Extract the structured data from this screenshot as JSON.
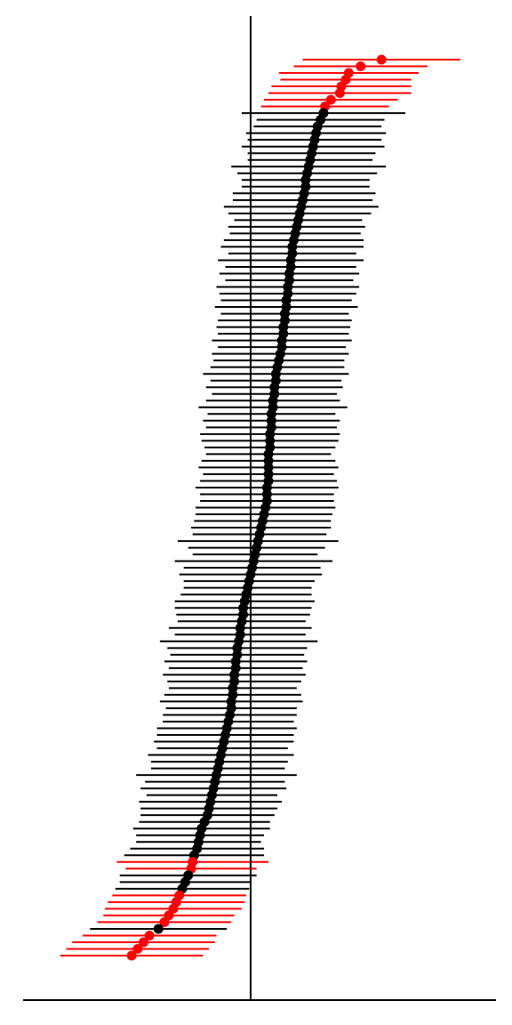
{
  "chart_data": {
    "type": "forest",
    "title": "",
    "xlabel": "",
    "ylabel": "",
    "reference_x": 0,
    "xlim": [
      -1.53,
      1.65
    ],
    "grid": false,
    "legend": "none",
    "colors": {
      "significant": "#ff0000",
      "not_significant": "#000000",
      "axis": "#000000"
    },
    "series": [
      {
        "estimates": [
          0.88,
          0.74,
          0.66,
          0.64,
          0.61,
          0.6,
          0.54,
          0.5,
          0.49,
          0.47,
          0.45,
          0.44,
          0.43,
          0.42,
          0.41,
          0.4,
          0.39,
          0.38,
          0.37,
          0.37,
          0.36,
          0.35,
          0.34,
          0.33,
          0.32,
          0.31,
          0.3,
          0.29,
          0.28,
          0.28,
          0.27,
          0.27,
          0.26,
          0.26,
          0.25,
          0.25,
          0.24,
          0.24,
          0.23,
          0.23,
          0.22,
          0.22,
          0.21,
          0.21,
          0.2,
          0.19,
          0.18,
          0.17,
          0.17,
          0.16,
          0.16,
          0.15,
          0.15,
          0.14,
          0.14,
          0.14,
          0.13,
          0.13,
          0.13,
          0.12,
          0.12,
          0.12,
          0.12,
          0.12,
          0.11,
          0.11,
          0.11,
          0.1,
          0.09,
          0.08,
          0.07,
          0.06,
          0.05,
          0.04,
          0.03,
          0.02,
          0.01,
          0.0,
          -0.01,
          -0.02,
          -0.03,
          -0.04,
          -0.05,
          -0.05,
          -0.06,
          -0.07,
          -0.07,
          -0.08,
          -0.09,
          -0.09,
          -0.1,
          -0.1,
          -0.11,
          -0.11,
          -0.12,
          -0.12,
          -0.13,
          -0.13,
          -0.14,
          -0.15,
          -0.16,
          -0.17,
          -0.18,
          -0.19,
          -0.2,
          -0.21,
          -0.22,
          -0.23,
          -0.24,
          -0.25,
          -0.26,
          -0.27,
          -0.28,
          -0.29,
          -0.31,
          -0.33,
          -0.34,
          -0.35,
          -0.36,
          -0.38,
          -0.39,
          -0.4,
          -0.42,
          -0.44,
          -0.46,
          -0.48,
          -0.5,
          -0.52,
          -0.55,
          -0.58,
          -0.62,
          -0.68,
          -0.72,
          -0.76,
          -0.8
        ],
        "ci_half_width": [
          0.53,
          0.45,
          0.47,
          0.44,
          0.47,
          0.48,
          0.45,
          0.43,
          0.55,
          0.43,
          0.43,
          0.47,
          0.45,
          0.48,
          0.43,
          0.42,
          0.52,
          0.47,
          0.43,
          0.43,
          0.48,
          0.47,
          0.52,
          0.48,
          0.43,
          0.46,
          0.44,
          0.47,
          0.48,
          0.43,
          0.49,
          0.44,
          0.47,
          0.43,
          0.48,
          0.46,
          0.44,
          0.48,
          0.43,
          0.45,
          0.45,
          0.44,
          0.47,
          0.43,
          0.46,
          0.44,
          0.45,
          0.49,
          0.44,
          0.46,
          0.42,
          0.45,
          0.5,
          0.43,
          0.46,
          0.44,
          0.47,
          0.46,
          0.44,
          0.42,
          0.45,
          0.47,
          0.44,
          0.46,
          0.48,
          0.45,
          0.45,
          0.47,
          0.46,
          0.46,
          0.47,
          0.45,
          0.54,
          0.46,
          0.42,
          0.53,
          0.46,
          0.48,
          0.44,
          0.43,
          0.44,
          0.47,
          0.46,
          0.45,
          0.43,
          0.48,
          0.44,
          0.53,
          0.47,
          0.45,
          0.48,
          0.45,
          0.48,
          0.45,
          0.43,
          0.46,
          0.48,
          0.44,
          0.45,
          0.44,
          0.47,
          0.46,
          0.47,
          0.44,
          0.49,
          0.46,
          0.45,
          0.54,
          0.47,
          0.49,
          0.44,
          0.48,
          0.46,
          0.45,
          0.44,
          0.46,
          0.43,
          0.42,
          0.45,
          0.47,
          0.51,
          0.44,
          0.46,
          0.44,
          0.45,
          0.45,
          0.46,
          0.46,
          0.44,
          0.45,
          0.46,
          0.45,
          0.48,
          0.48,
          0.48
        ],
        "significant": [
          true,
          true,
          true,
          true,
          true,
          true,
          true,
          true,
          false,
          false,
          false,
          false,
          false,
          false,
          false,
          false,
          false,
          false,
          false,
          false,
          false,
          false,
          false,
          false,
          false,
          false,
          false,
          false,
          false,
          false,
          false,
          false,
          false,
          false,
          false,
          false,
          false,
          false,
          false,
          false,
          false,
          false,
          false,
          false,
          false,
          false,
          false,
          false,
          false,
          false,
          false,
          false,
          false,
          false,
          false,
          false,
          false,
          false,
          false,
          false,
          false,
          false,
          false,
          false,
          false,
          false,
          false,
          false,
          false,
          false,
          false,
          false,
          false,
          false,
          false,
          false,
          false,
          false,
          false,
          false,
          false,
          false,
          false,
          false,
          false,
          false,
          false,
          false,
          false,
          false,
          false,
          false,
          false,
          false,
          false,
          false,
          false,
          false,
          false,
          false,
          false,
          false,
          false,
          false,
          false,
          false,
          false,
          false,
          false,
          false,
          false,
          false,
          false,
          false,
          false,
          false,
          false,
          false,
          false,
          false,
          true,
          true,
          false,
          false,
          false,
          true,
          true,
          true,
          true,
          true,
          false,
          true,
          true,
          true,
          true
        ]
      }
    ]
  }
}
